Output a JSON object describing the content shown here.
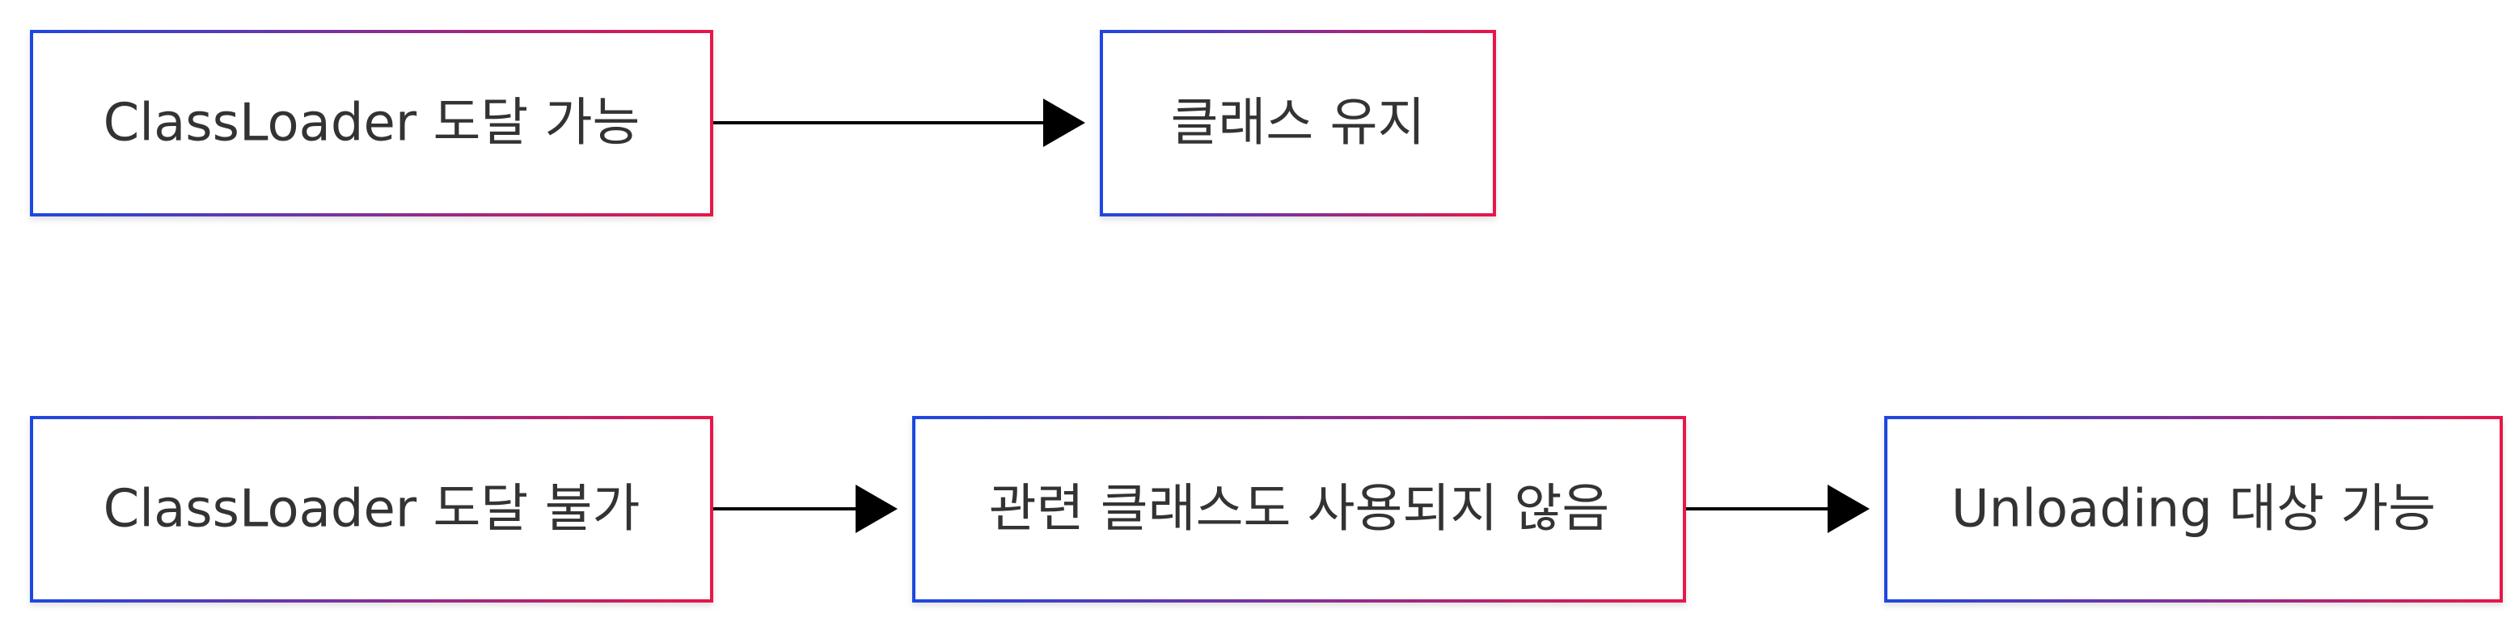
{
  "diagram": {
    "type": "flowchart",
    "direction": "left-to-right",
    "colors": {
      "border_start": "#1f47e0",
      "border_end": "#e8174a",
      "node_fill": "#ffffff",
      "text": "#333333",
      "arrow": "#000000"
    },
    "nodes": [
      {
        "id": "reachable",
        "label": "ClassLoader 도달 가능"
      },
      {
        "id": "keep",
        "label": "클래스 유지"
      },
      {
        "id": "unreachable",
        "label": "ClassLoader 도달 불가"
      },
      {
        "id": "unused",
        "label": "관련 클래스도 사용되지 않음"
      },
      {
        "id": "unload",
        "label": "Unloading 대상 가능"
      }
    ],
    "edges": [
      {
        "from": "reachable",
        "to": "keep"
      },
      {
        "from": "unreachable",
        "to": "unused"
      },
      {
        "from": "unused",
        "to": "unload"
      }
    ]
  }
}
